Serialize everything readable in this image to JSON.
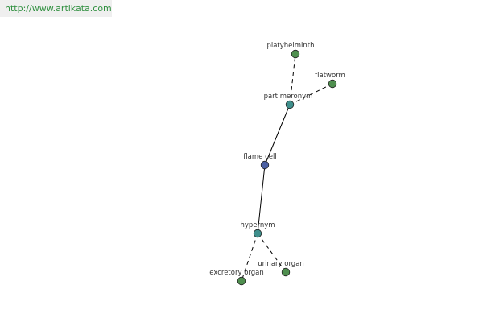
{
  "site": {
    "url_text": "http://www.artikata.com"
  },
  "colors": {
    "central_node": "#4a5fa3",
    "relation_node": "#3f8f8c",
    "term_node": "#4f8f4f",
    "edge": "#000000",
    "url_text": "#2f8f3f"
  },
  "graph": {
    "nodes": [
      {
        "id": "flame-cell",
        "label": "flame cell",
        "kind": "central"
      },
      {
        "id": "part-meronym",
        "label": "part meronym",
        "kind": "relation"
      },
      {
        "id": "hypernym",
        "label": "hypernym",
        "kind": "relation"
      },
      {
        "id": "platyhelminth",
        "label": "platyhelminth",
        "kind": "term"
      },
      {
        "id": "flatworm",
        "label": "flatworm",
        "kind": "term"
      },
      {
        "id": "excretory-organ",
        "label": "excretory organ",
        "kind": "term"
      },
      {
        "id": "urinary-organ",
        "label": "urinary organ",
        "kind": "term"
      }
    ],
    "edges": [
      {
        "from": "flame-cell",
        "to": "part-meronym",
        "style": "solid"
      },
      {
        "from": "flame-cell",
        "to": "hypernym",
        "style": "solid"
      },
      {
        "from": "part-meronym",
        "to": "platyhelminth",
        "style": "dashed"
      },
      {
        "from": "part-meronym",
        "to": "flatworm",
        "style": "dashed"
      },
      {
        "from": "hypernym",
        "to": "excretory-organ",
        "style": "dashed"
      },
      {
        "from": "hypernym",
        "to": "urinary-organ",
        "style": "dashed"
      }
    ]
  }
}
